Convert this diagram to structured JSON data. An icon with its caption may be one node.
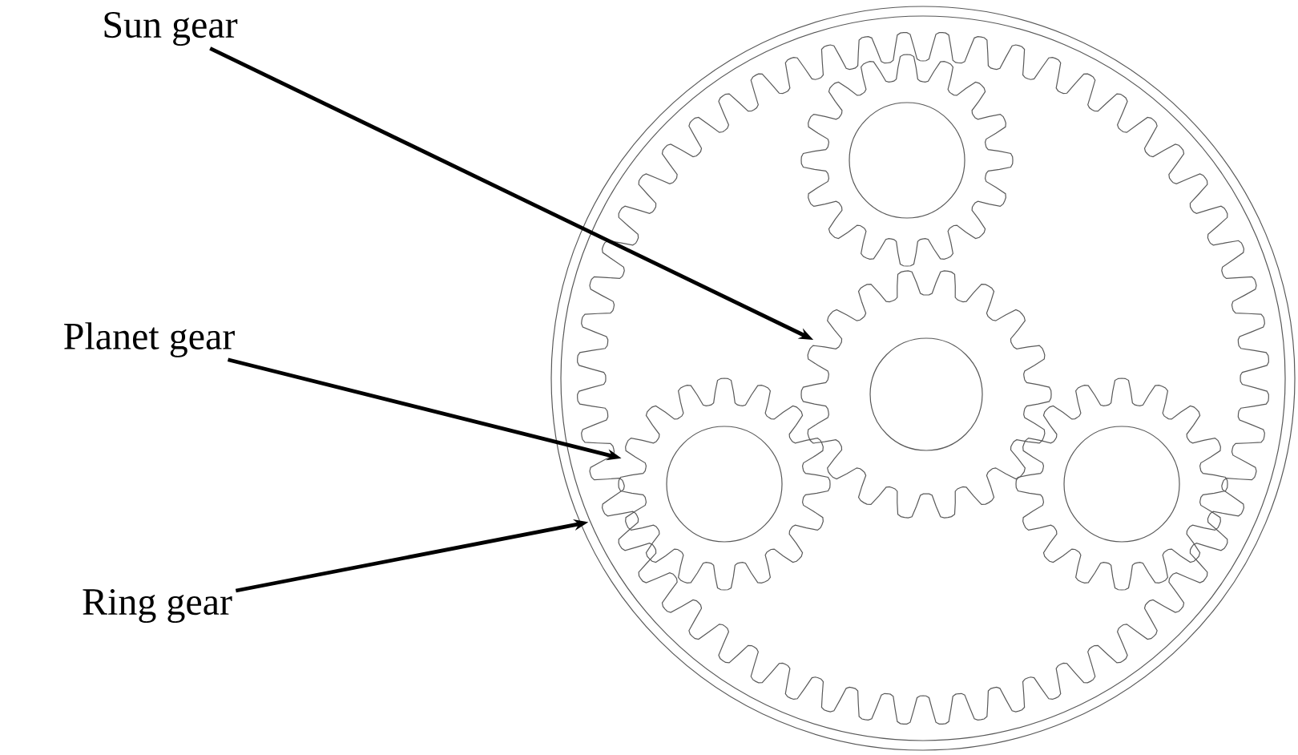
{
  "diagram": {
    "nodes": [
      {
        "text": [
          "Sun gear"
        ]
      },
      {
        "text": [
          "Planet gear"
        ]
      },
      {
        "text": [
          "Ring gear"
        ]
      },
      {
        "text": [],
        "shape": "gear"
      },
      {
        "text": [],
        "shape": "gear",
        "in": 3
      },
      {
        "text": [],
        "shape": "gear",
        "in": 3
      },
      {
        "text": [],
        "shape": "gear",
        "in": 3
      },
      {
        "text": [],
        "shape": "gear",
        "in": 3
      }
    ],
    "edges": [
      {
        "from": 0,
        "to": 5,
        "arrow": "to"
      },
      {
        "from": 1,
        "to": 6,
        "arrow": "to"
      },
      {
        "from": 2,
        "to": 3,
        "arrow": "to"
      }
    ]
  }
}
